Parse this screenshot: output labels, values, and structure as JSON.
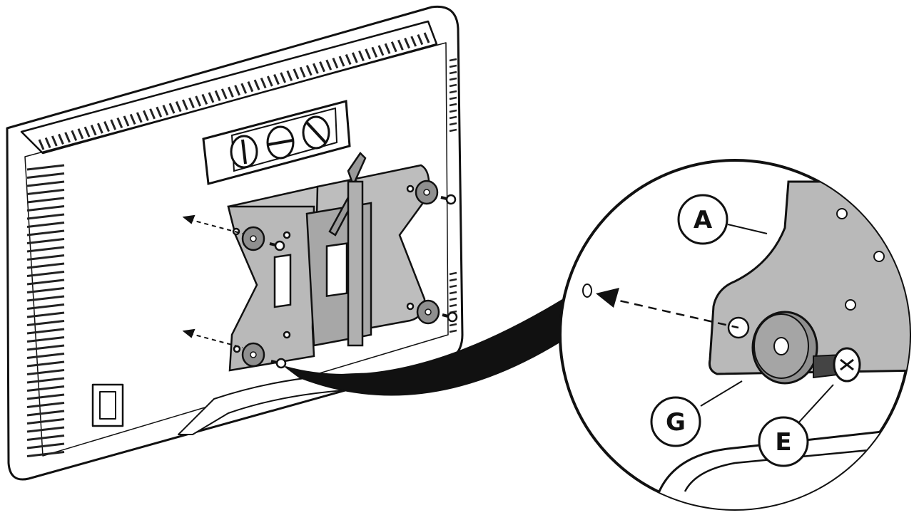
{
  "diagram": {
    "labels": {
      "bracket": "A",
      "spacer": "G",
      "screw": "E"
    },
    "colors": {
      "line": "#111111",
      "plate": "#b9b9b9",
      "plate_dark": "#8f8f8f",
      "monitor": "#ffffff",
      "vent": "#222222"
    }
  }
}
